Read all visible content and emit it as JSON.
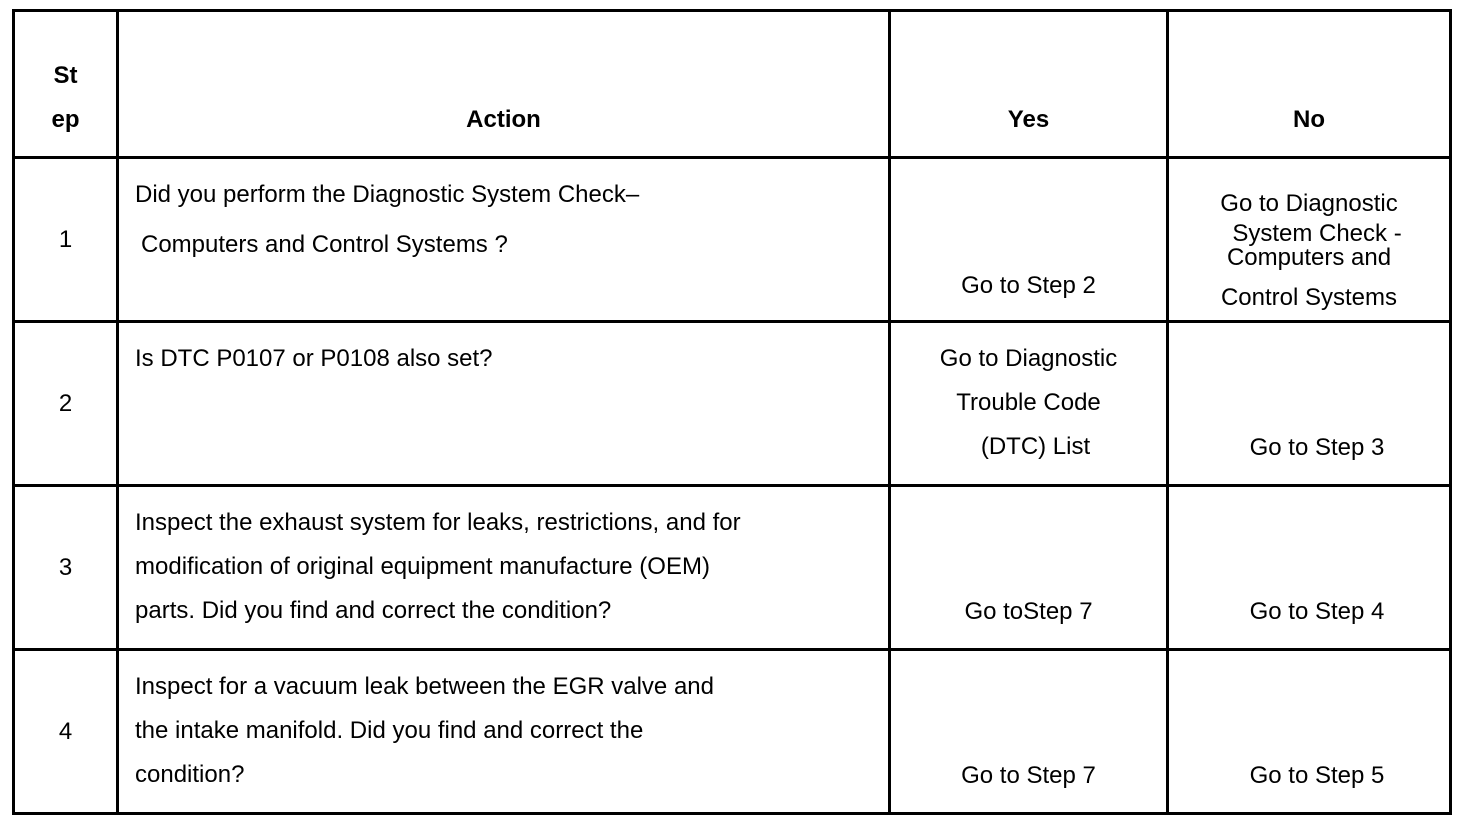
{
  "table": {
    "headers": {
      "step": [
        "St",
        "ep"
      ],
      "action": "Action",
      "yes": "Yes",
      "no": "No"
    },
    "rows": [
      {
        "step": "1",
        "action": [
          "Did you perform the Diagnostic System Check–",
          "Computers and Control Systems ?"
        ],
        "yes": [
          "Go to Step 2"
        ],
        "no": [
          "Go to Diagnostic",
          "System Check -",
          "Computers and",
          "Control Systems"
        ]
      },
      {
        "step": "2",
        "action": [
          "Is DTC P0107 or P0108 also set?"
        ],
        "yes": [
          "Go to Diagnostic",
          "Trouble Code",
          "(DTC) List"
        ],
        "no": [
          "Go to Step 3"
        ]
      },
      {
        "step": "3",
        "action": [
          "Inspect the exhaust system for leaks, restrictions, and for",
          "modification of original equipment manufacture (OEM)",
          "parts. Did you find and correct the condition?"
        ],
        "yes": [
          "Go toStep 7"
        ],
        "no": [
          "Go to Step 4"
        ]
      },
      {
        "step": "4",
        "action": [
          "Inspect for a vacuum leak between the EGR valve and",
          "the intake manifold. Did you find and correct the",
          "condition?"
        ],
        "yes": [
          "Go to Step 7"
        ],
        "no": [
          "Go to Step 5"
        ]
      }
    ]
  }
}
